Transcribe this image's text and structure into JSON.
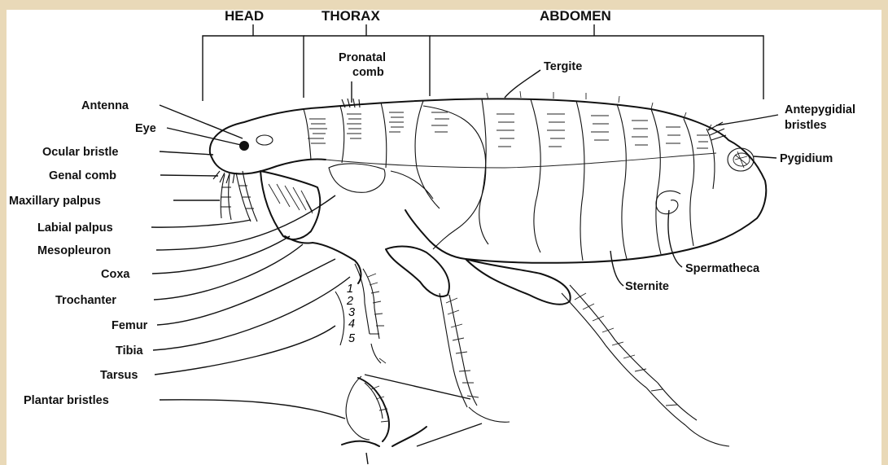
{
  "sections": {
    "head": "HEAD",
    "thorax": "THORAX",
    "abdomen": "ABDOMEN"
  },
  "labels": {
    "antenna": "Antenna",
    "eye": "Eye",
    "ocular_bristle": "Ocular bristle",
    "genal_comb": "Genal comb",
    "maxillary_palpus": "Maxillary palpus",
    "labial_palpus": "Labial palpus",
    "mesopleuron": "Mesopleuron",
    "coxa": "Coxa",
    "trochanter": "Trochanter",
    "femur": "Femur",
    "tibia": "Tibia",
    "tarsus": "Tarsus",
    "plantar_bristles": "Plantar bristles",
    "pronatal_comb_line1": "Pronatal",
    "pronatal_comb_line2": "comb",
    "tergite": "Tergite",
    "antepygidial_bristles_line1": "Antepygidial",
    "antepygidial_bristles_line2": "bristles",
    "pygidium": "Pygidium",
    "spermatheca": "Spermatheca",
    "sternite": "Sternite"
  },
  "tarsal_segments": [
    "1",
    "2",
    "3",
    "4",
    "5"
  ],
  "colors": {
    "frame": "#e9d9b8",
    "background": "#ffffff",
    "ink": "#111111"
  }
}
